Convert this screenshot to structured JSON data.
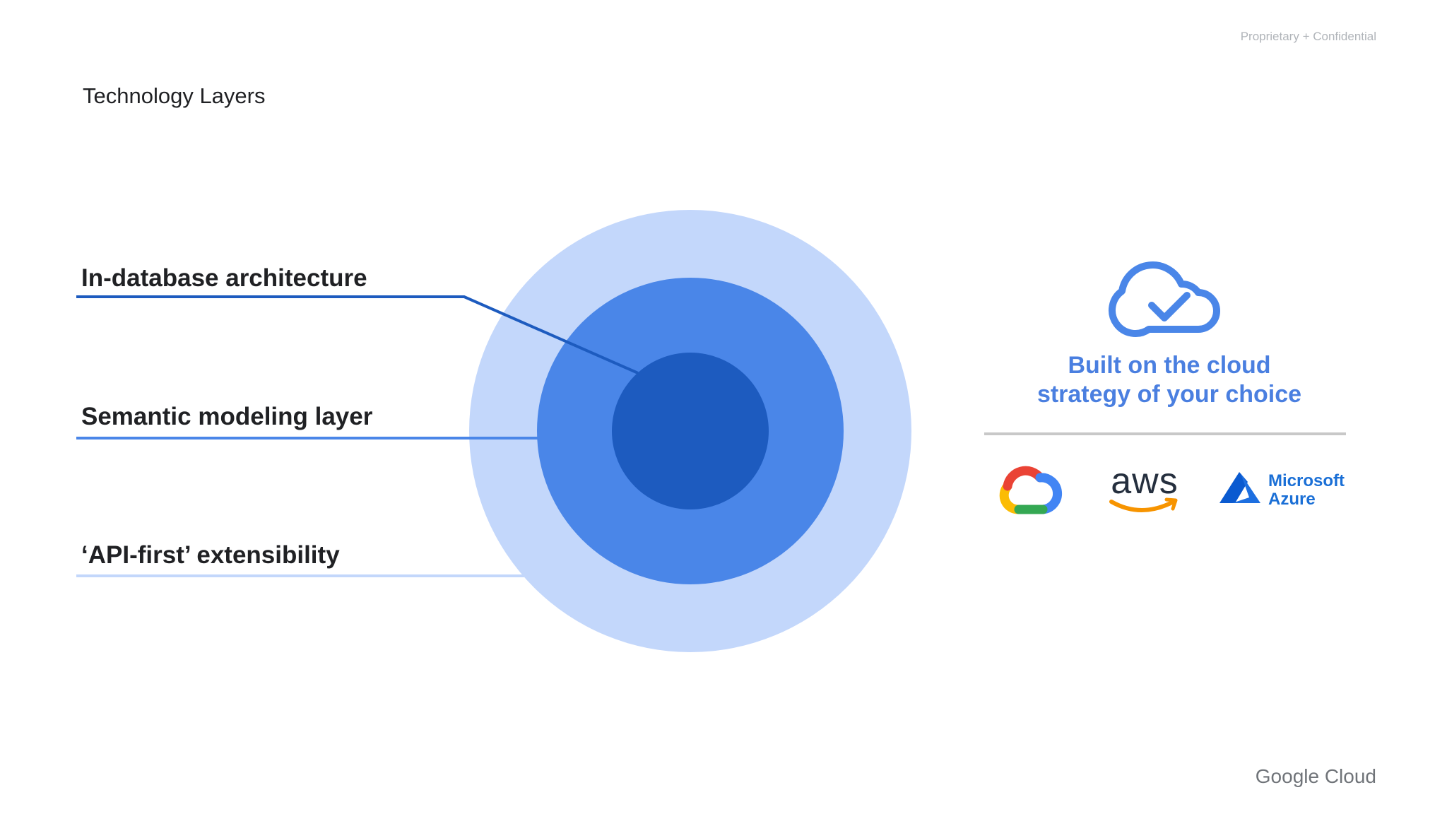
{
  "header": {
    "confidential_label": "Proprietary + Confidential",
    "title": "Technology Layers"
  },
  "layers": [
    {
      "label": "In-database architecture",
      "color": "#1d5bbf"
    },
    {
      "label": "Semantic modeling layer",
      "color": "#4a86e8"
    },
    {
      "label": "‘API-first’ extensibility",
      "color": "#c3d7fb"
    }
  ],
  "cloud_panel": {
    "icon": "cloud-check-icon",
    "heading_line_1": "Built on the cloud",
    "heading_line_2": "strategy of your choice",
    "accent_color": "#4a7fe0",
    "providers": {
      "google": {
        "icon": "google-cloud-logo-icon"
      },
      "aws": {
        "text": "aws",
        "icon": "aws-smile-arrow-icon"
      },
      "azure": {
        "icon": "azure-logo-icon",
        "line_1": "Microsoft",
        "line_2": "Azure"
      }
    }
  },
  "footer": {
    "brand": "Google Cloud"
  }
}
